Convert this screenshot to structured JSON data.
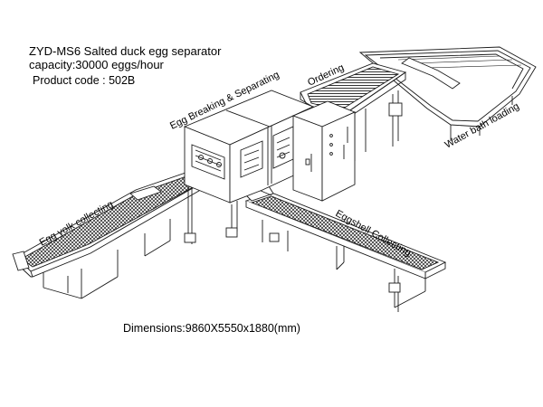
{
  "header": {
    "model_line": "ZYD-MS6 Salted duck egg separator",
    "capacity_line": "capacity:30000 eggs/hour",
    "product_code": "Product code : 502B"
  },
  "labels": {
    "breaking": "Egg Breaking & Separating",
    "ordering": "Ordering",
    "water_bath": "Water bath loading",
    "yolk": "Egg yolk collecting",
    "shell": "Eggshell Collecting"
  },
  "dimensions": "Dimensions:9860X5550x1880(mm)",
  "colors": {
    "line": "#1a1a1a",
    "belt": "#2b2b2b",
    "background": "#ffffff"
  }
}
